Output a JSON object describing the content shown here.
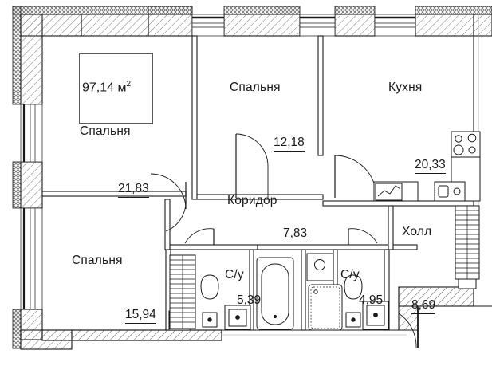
{
  "plan": {
    "type": "apartment-floor-plan",
    "language": "ru",
    "total_area": {
      "value": "97,14",
      "unit": "м",
      "unit_sup": "2",
      "display": "97,14 м²"
    },
    "rooms": [
      {
        "id": "bedroom-top-left",
        "name": "Спальня",
        "area": "21,83"
      },
      {
        "id": "bedroom-bottom-left",
        "name": "Спальня",
        "area": "15,94"
      },
      {
        "id": "bedroom-middle",
        "name": "Спальня",
        "area": "12,18"
      },
      {
        "id": "kitchen",
        "name": "Кухня",
        "area": "20,33"
      },
      {
        "id": "corridor",
        "name": "Коридор",
        "area": "7,83"
      },
      {
        "id": "bathroom-left",
        "name": "С/у",
        "area": "5,39"
      },
      {
        "id": "bathroom-right",
        "name": "С/у",
        "area": "4,95"
      },
      {
        "id": "hall",
        "name": "Холл",
        "area": "8,69"
      }
    ],
    "fixtures": [
      "stove-4-burner",
      "kitchen-sink",
      "kitchen-counter",
      "bathtub",
      "shower-tray",
      "washbasin-left",
      "washbasin-right",
      "toilet-left",
      "toilet-right",
      "wardrobe-left",
      "wardrobe-right",
      "entrance-door",
      "interior-doors",
      "windows"
    ],
    "colors": {
      "wall": "#1a1a1a",
      "hatch": "#6e6e6e",
      "background": "#ffffff",
      "text": "#1a1a1a"
    }
  }
}
